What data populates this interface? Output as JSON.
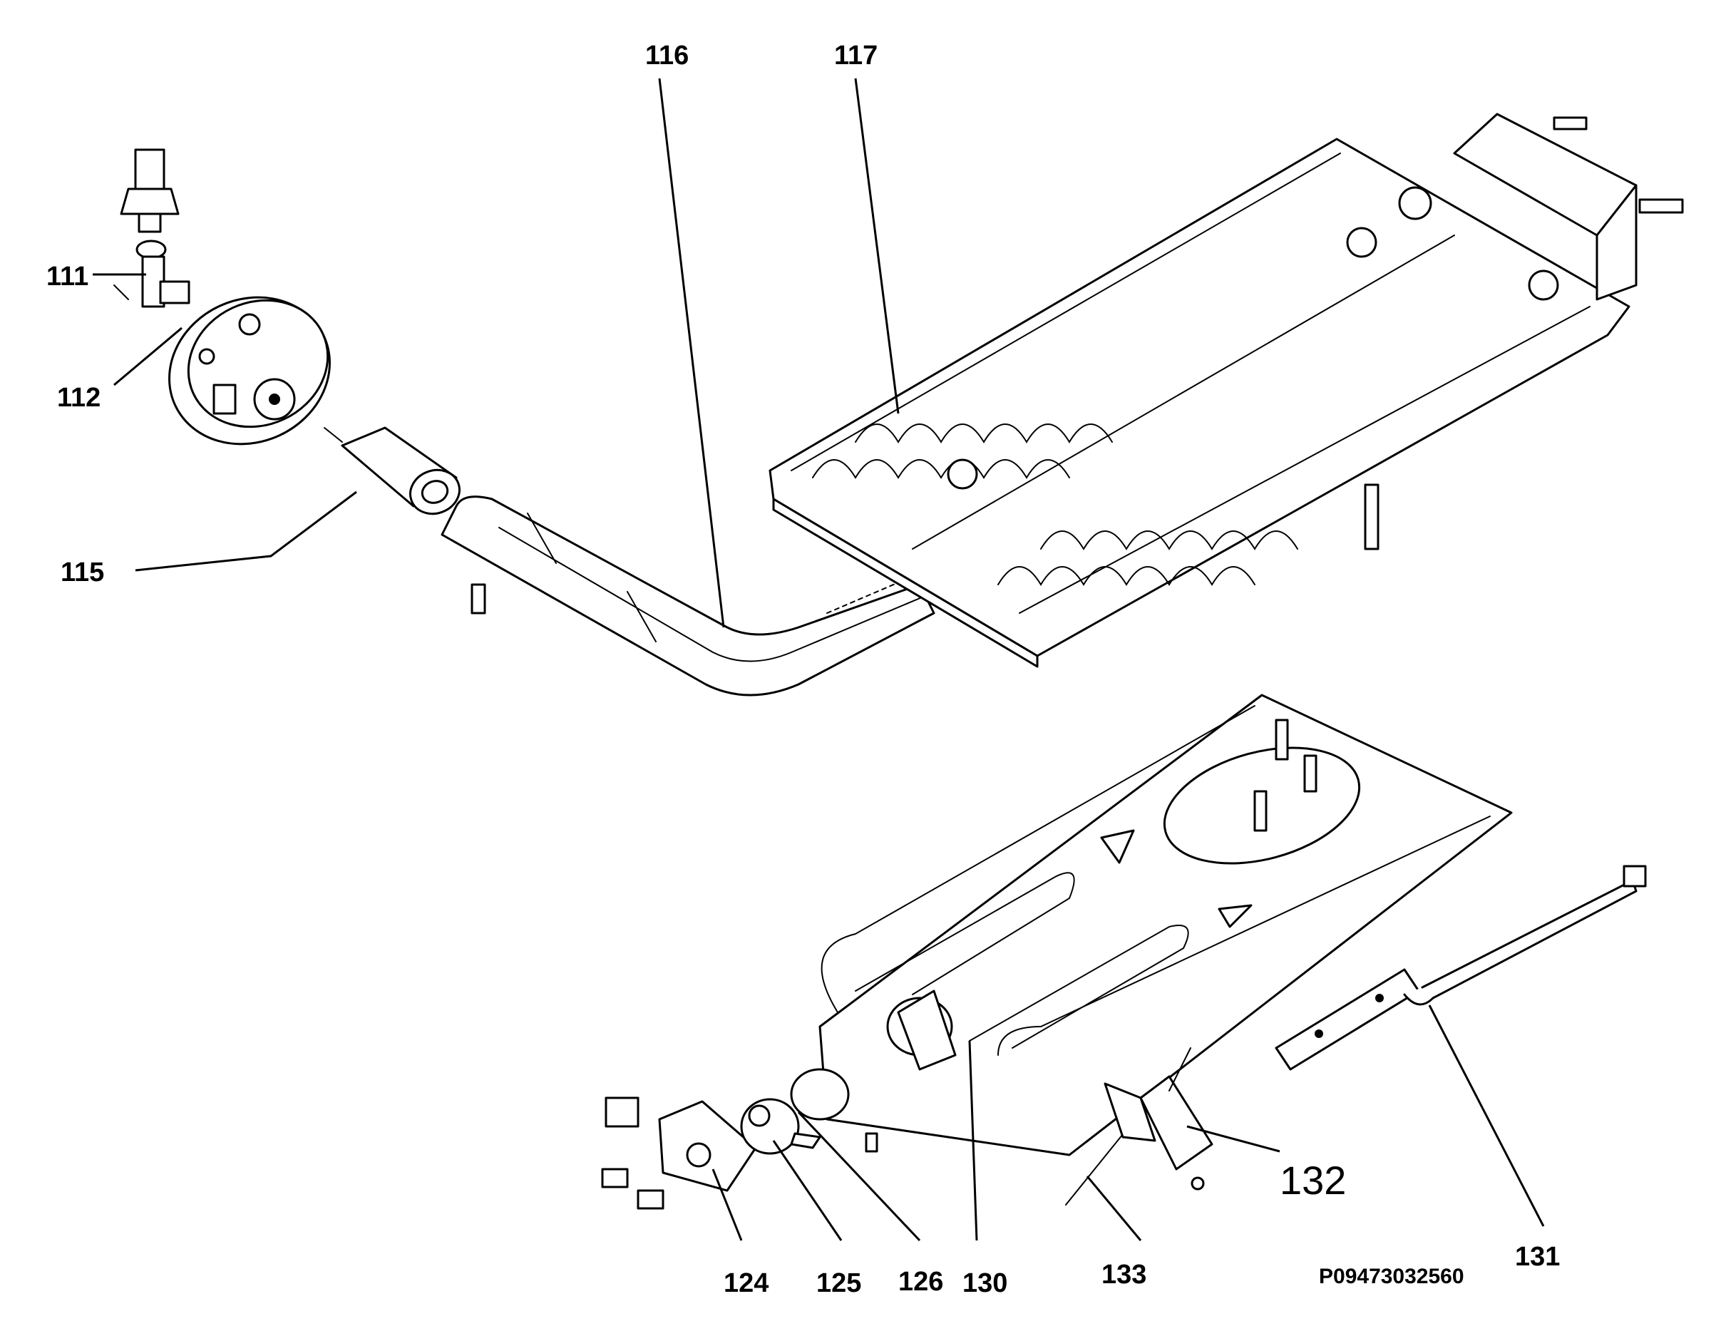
{
  "diagram": {
    "callouts": [
      {
        "id": "111",
        "text": "111"
      },
      {
        "id": "112",
        "text": "112"
      },
      {
        "id": "115",
        "text": "115"
      },
      {
        "id": "116",
        "text": "116"
      },
      {
        "id": "117",
        "text": "117"
      },
      {
        "id": "124",
        "text": "124"
      },
      {
        "id": "125",
        "text": "125"
      },
      {
        "id": "126",
        "text": "126"
      },
      {
        "id": "130",
        "text": "130"
      },
      {
        "id": "131",
        "text": "131"
      },
      {
        "id": "132",
        "text": "132"
      },
      {
        "id": "133",
        "text": "133"
      }
    ],
    "drawing_code": "P09473032560"
  }
}
